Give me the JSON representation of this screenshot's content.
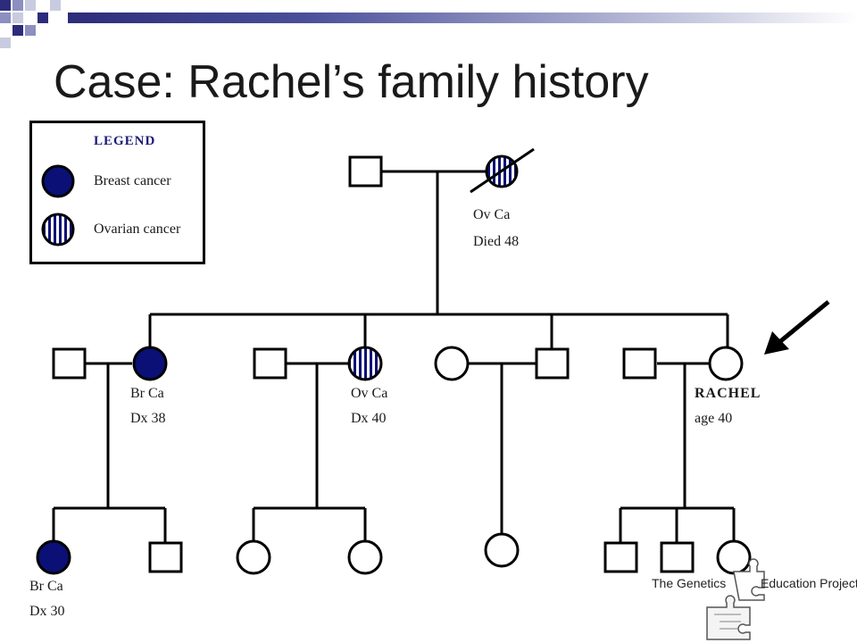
{
  "title": "Case: Rachel’s family history",
  "legend": {
    "heading": "LEGEND",
    "items": [
      {
        "label": "Breast cancer",
        "fill": "breast"
      },
      {
        "label": "Ovarian cancer",
        "fill": "ovarian"
      }
    ]
  },
  "colors": {
    "breast": "#0a1075",
    "ovarian_stripe": "#0a1075",
    "line": "#000000"
  },
  "annotations": {
    "grandmother": [
      "Ov Ca",
      "Died 48"
    ],
    "aunt1": [
      "Br Ca",
      "Dx 38"
    ],
    "aunt2": [
      "Ov Ca",
      "Dx 40"
    ],
    "rachel": [
      "RACHEL",
      "age 40"
    ],
    "cousin": [
      "Br Ca",
      "Dx 30"
    ]
  },
  "logo": {
    "left_text": "The Genetics",
    "right_text": "Education Project"
  }
}
